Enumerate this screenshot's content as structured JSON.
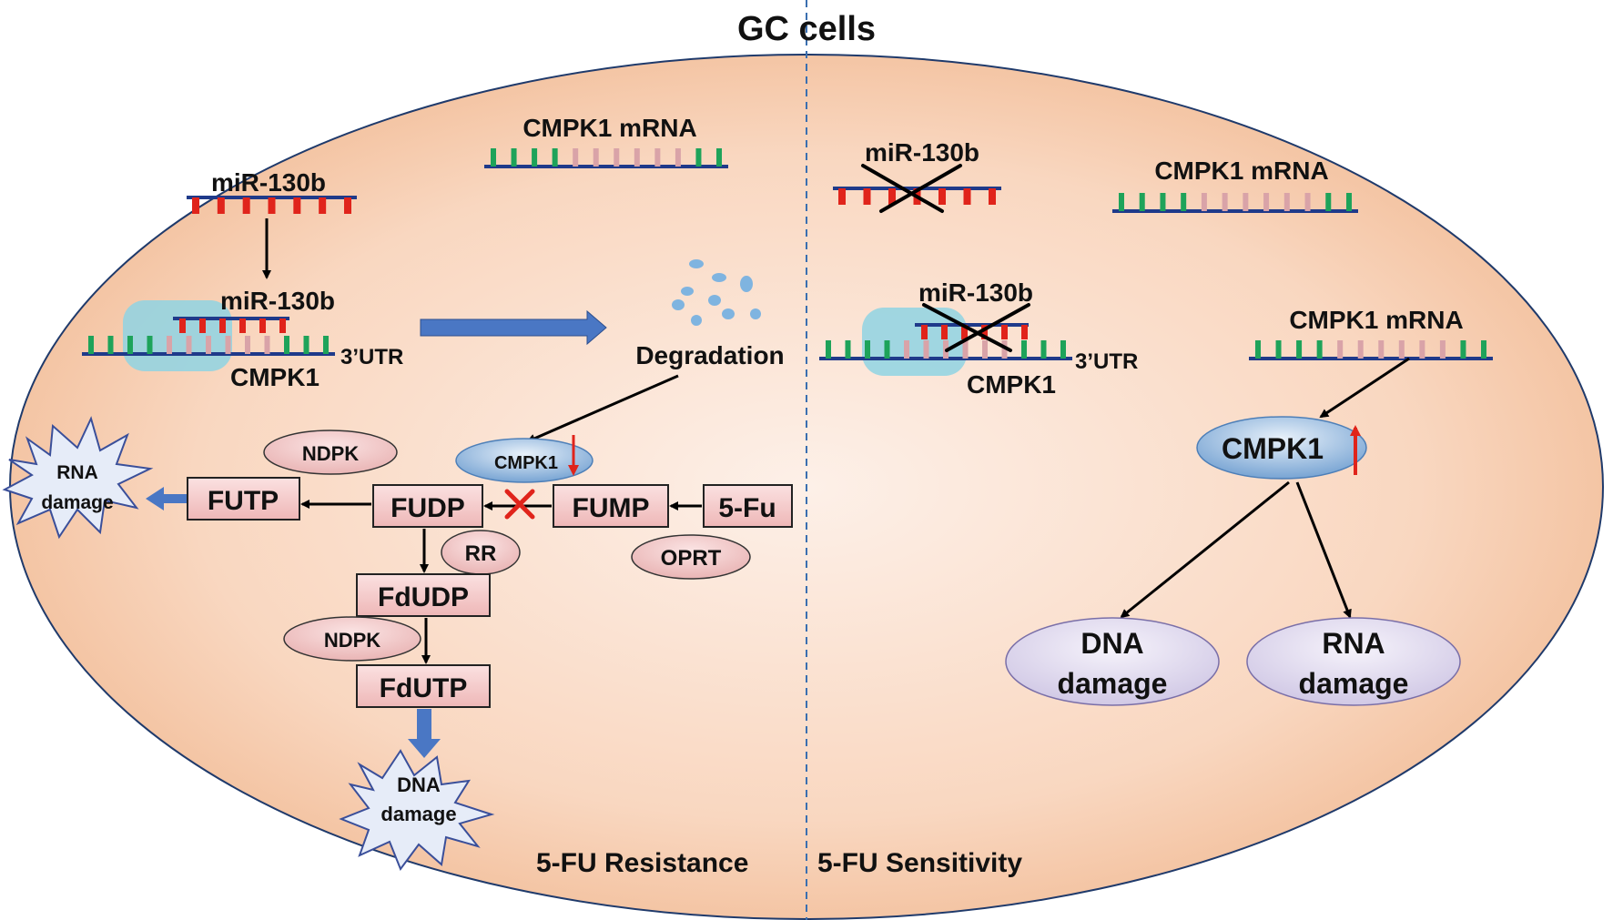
{
  "title": "GC cells",
  "left": {
    "footer": "5-FU Resistance",
    "mrna_label": "CMPK1 mRNA",
    "mir_label": "miR-130b",
    "complex_mir_label": "miR-130b",
    "utr_label": "3’UTR",
    "complex_gene_label": "CMPK1",
    "degradation_label": "Degradation",
    "cmpk1_small": "CMPK1",
    "ndpk_top": "NDPK",
    "ndpk_bottom": "NDPK",
    "rr": "RR",
    "oprt": "OPRT",
    "futp": "FUTP",
    "fudp": "FUDP",
    "fump": "FUMP",
    "fu5": "5-Fu",
    "fdudp": "FdUDP",
    "fdutp": "FdUTP",
    "rna_damage_1": "RNA",
    "rna_damage_2": "damage",
    "dna_damage_1": "DNA",
    "dna_damage_2": "damage"
  },
  "right": {
    "footer": "5-FU Sensitivity",
    "mir_label": "miR-130b",
    "mrna_label_1": "CMPK1 mRNA",
    "complex_mir_label": "miR-130b",
    "utr_label": "3’UTR",
    "complex_gene_label": "CMPK1",
    "mrna_label_2": "CMPK1 mRNA",
    "cmpk1": "CMPK1",
    "dna_damage_1": "DNA",
    "dna_damage_2": "damage",
    "rna_damage_1": "RNA",
    "rna_damage_2": "damage"
  },
  "colors": {
    "cell_fill_center": "#fbe8dc",
    "cell_fill_edge": "#f6c8a8",
    "strand": "#1f3a8a",
    "mir_tick": "#e0241b",
    "mrna_green": "#1ea35a",
    "mrna_pink": "#d9a3a8",
    "box_fill": "#f4c9c9",
    "enzyme_fill": "#f0c4c4",
    "down_arrow": "#e0241b",
    "block_x": "#e0241b",
    "ago_blob": "#8fd4e3",
    "thick_arrow": "#4a77c4"
  }
}
